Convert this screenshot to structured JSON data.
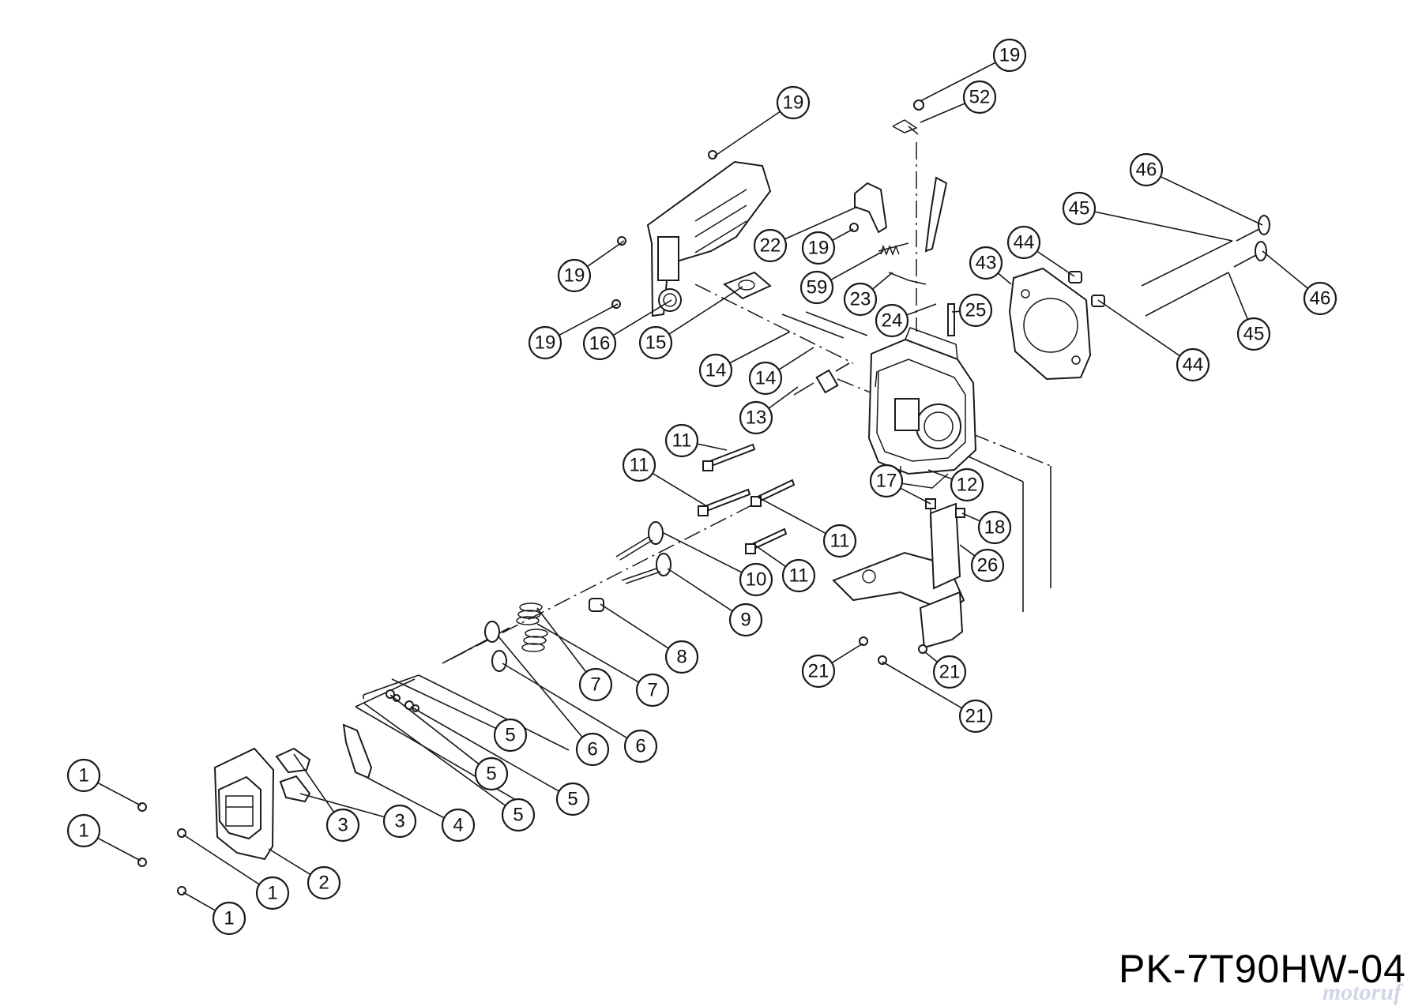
{
  "diagram": {
    "drawing_code": "PK-7T90HW-04",
    "watermark": "motoruf",
    "callouts": [
      "19",
      "52",
      "19",
      "22",
      "19",
      "59",
      "23",
      "24",
      "25",
      "19",
      "19",
      "16",
      "15",
      "14",
      "14",
      "13",
      "46",
      "45",
      "44",
      "43",
      "45",
      "44",
      "46",
      "11",
      "11",
      "11",
      "11",
      "17",
      "12",
      "18",
      "26",
      "10",
      "9",
      "8",
      "7",
      "7",
      "6",
      "6",
      "5",
      "5",
      "5",
      "5",
      "4",
      "3",
      "3",
      "2",
      "1",
      "1",
      "1",
      "1",
      "21",
      "21",
      "21"
    ]
  }
}
